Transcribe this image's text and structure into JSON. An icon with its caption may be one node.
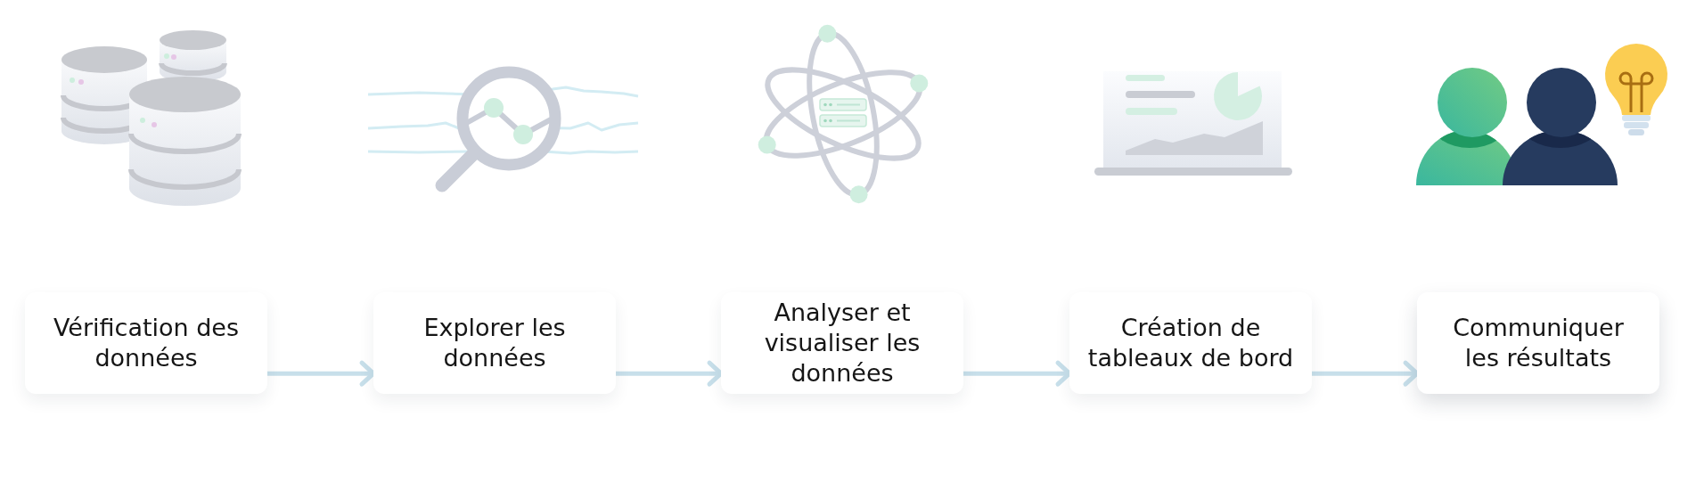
{
  "diagram": {
    "nodes": [
      {
        "text": [
          "Vérification des données"
        ]
      },
      {
        "text": [
          "Explorer les données"
        ]
      },
      {
        "text": [
          "Analyser et visualiser les données"
        ]
      },
      {
        "text": [
          "Création de tableaux de bord"
        ]
      },
      {
        "text": [
          "Communiquer les résultats"
        ]
      }
    ],
    "edges": [
      {
        "from": 0,
        "to": 1,
        "arrow": "to"
      },
      {
        "from": 1,
        "to": 2,
        "arrow": "to"
      },
      {
        "from": 2,
        "to": 3,
        "arrow": "to"
      },
      {
        "from": 3,
        "to": 4,
        "arrow": "to"
      }
    ]
  }
}
